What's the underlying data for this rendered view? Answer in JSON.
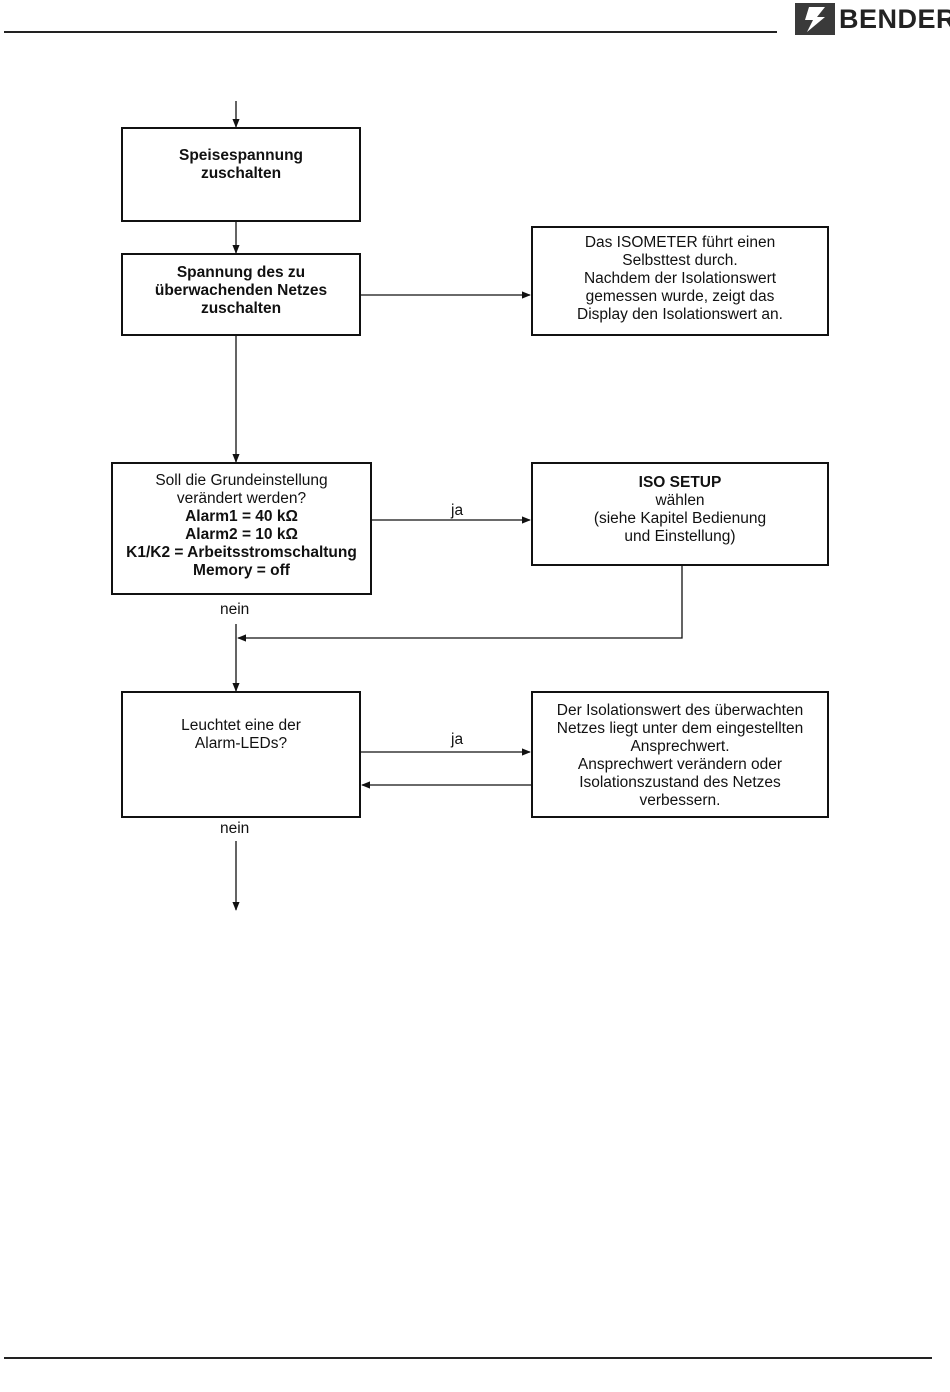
{
  "header": {
    "logo_text": "BENDER",
    "logo_icon": "bender-lightning-icon"
  },
  "flow": {
    "box1": {
      "line1": "Speisespannung",
      "line2": "zuschalten"
    },
    "box2": {
      "line1": "Spannung des zu",
      "line2": "überwachenden Netzes",
      "line3": "zuschalten"
    },
    "box3": {
      "line1": "Das ISOMETER führt einen",
      "line2": "Selbsttest durch.",
      "line3": "Nachdem der Isolationswert",
      "line4": "gemessen wurde, zeigt das",
      "line5": "Display den Isolationswert an."
    },
    "box4": {
      "line1": "Soll die Grundeinstellung",
      "line2": "verändert werden?",
      "line3": "Alarm1 = 40 kΩ",
      "line4": "Alarm2 = 10 kΩ",
      "line5": "K1/K2 = Arbeitsstromschaltung",
      "line6": "Memory = off"
    },
    "box5": {
      "line1": "ISO SETUP",
      "line2": "wählen",
      "line3": "(siehe Kapitel Bedienung",
      "line4": "und Einstellung)"
    },
    "box6": {
      "line1": "Leuchtet eine der",
      "line2": "Alarm-LEDs?"
    },
    "box7": {
      "line1": "Der Isolationswert des überwachten",
      "line2": "Netzes liegt unter dem eingestellten",
      "line3": "Ansprechwert.",
      "line4": "Ansprechwert verändern oder",
      "line5": "Isolationszustand des Netzes",
      "line6": "verbessern."
    },
    "labels": {
      "ja1": "ja",
      "nein1": "nein",
      "ja2": "ja",
      "nein2": "nein"
    }
  }
}
